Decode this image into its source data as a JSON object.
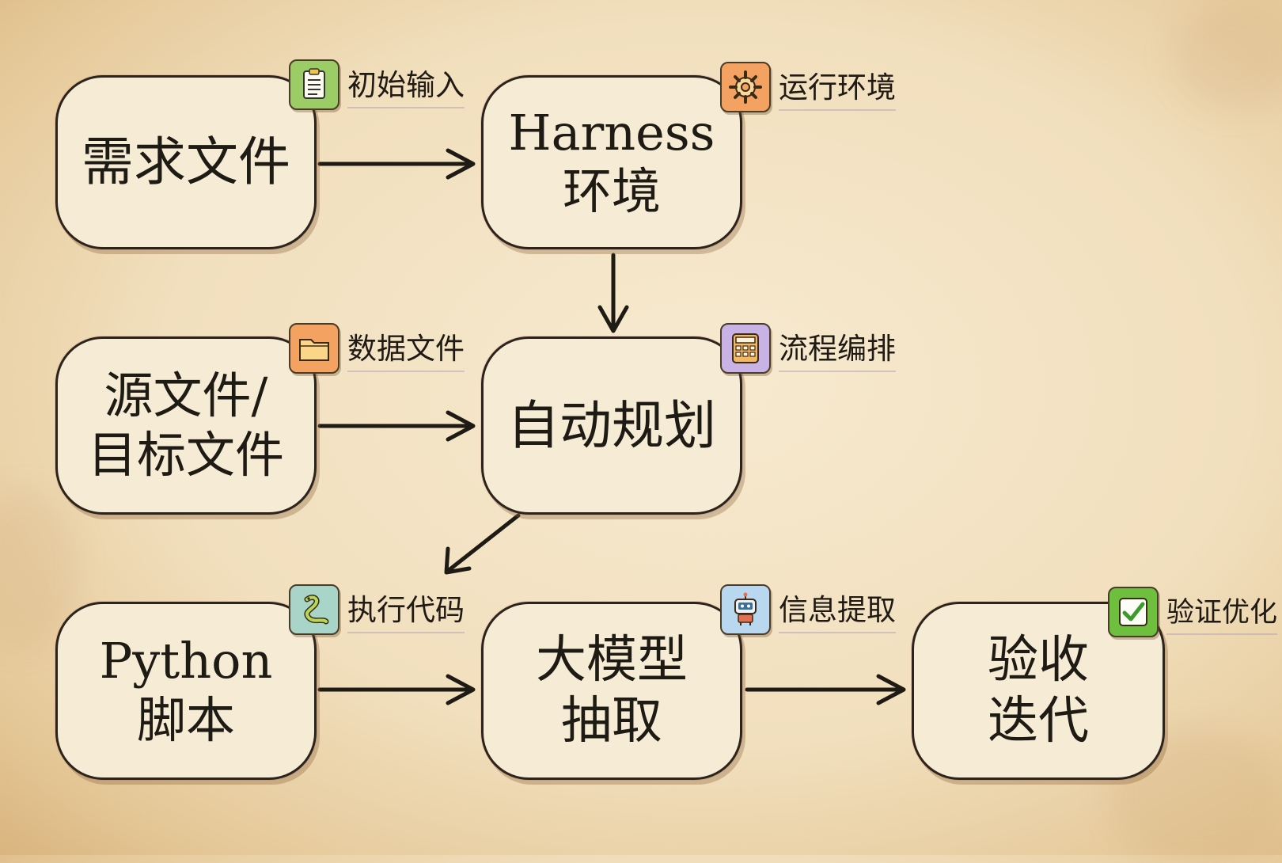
{
  "nodes": {
    "requirements": "需求文件",
    "harness": "Harness\n环境",
    "source_target": "源文件/\n目标文件",
    "auto_plan": "自动规划",
    "python_script": "Python\n脚本",
    "llm_extract": "大模型\n抽取",
    "verify_iterate": "验收\n迭代"
  },
  "tags": {
    "initial_input": "初始输入",
    "runtime_env": "运行环境",
    "data_file": "数据文件",
    "orchestration": "流程编排",
    "execute_code": "执行代码",
    "info_extract": "信息提取",
    "verify_optimize": "验证优化"
  },
  "icons": {
    "initial_input": "clipboard-icon",
    "runtime_env": "gear-icon",
    "data_file": "folder-icon",
    "orchestration": "calculator-icon",
    "execute_code": "python-snake-icon",
    "info_extract": "robot-icon",
    "verify_optimize": "checkmark-icon"
  },
  "colors": {
    "ink": "#2a241c",
    "paper": "#f6ebd4",
    "green_tag": "#9ccc65",
    "orange_tag": "#f4a261",
    "purple_tag": "#c9b3e6",
    "teal_tag": "#a8d5c8",
    "blue_tag": "#b9d8ef",
    "check_tag": "#6fbf3f"
  }
}
